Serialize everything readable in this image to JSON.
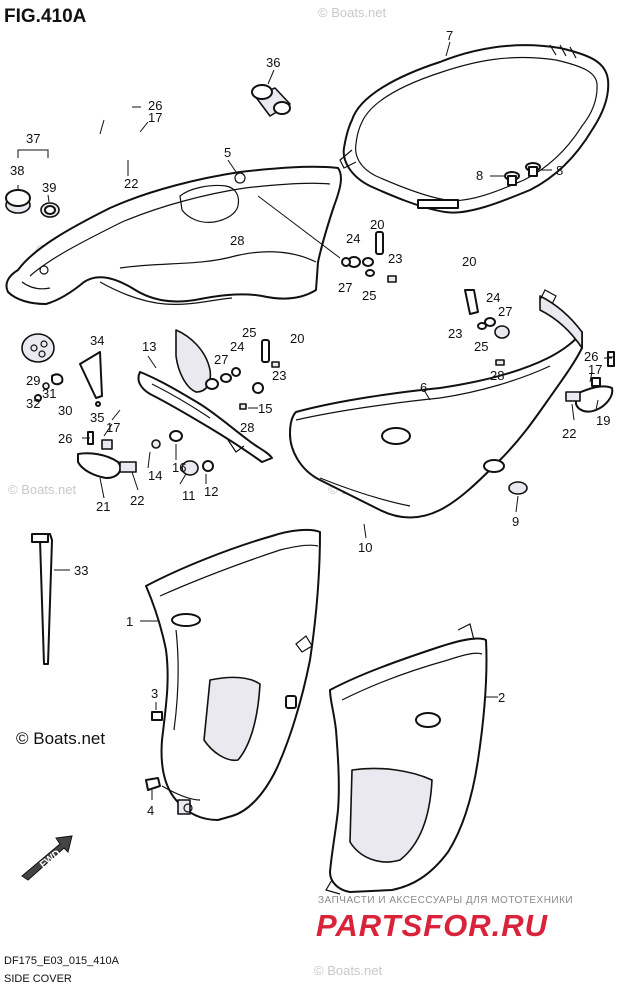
{
  "figure": {
    "title": "FIG.410A",
    "model_code": "DF175_E03_015_410A",
    "section_name": "SIDE COVER"
  },
  "watermark": {
    "text": "© Boats.net",
    "main_copyright": "© Boats.net"
  },
  "brand": {
    "tagline": "ЗАПЧАСТИ И АКСЕССУАРЫ ДЛЯ МОТОТЕХНИКИ",
    "name": "PARTSFOR.RU",
    "color": "#d9233b"
  },
  "direction_marker": {
    "label": "FWD"
  },
  "part_callouts": {
    "c1": "1",
    "c2": "2",
    "c3": "3",
    "c4": "4",
    "c5": "5",
    "c6": "6",
    "c7": "7",
    "c8a": "8",
    "c8b": "8",
    "c9": "9",
    "c10": "10",
    "c11": "11",
    "c12": "12",
    "c13": "13",
    "c14": "14",
    "c15": "15",
    "c16": "16",
    "c17a": "17",
    "c17b": "17",
    "c17c": "17",
    "c19": "19",
    "c20a": "20",
    "c20b": "20",
    "c20c": "20",
    "c21": "21",
    "c22a": "22",
    "c22b": "22",
    "c22c": "22",
    "c23a": "23",
    "c23b": "23",
    "c23c": "23",
    "c24a": "24",
    "c24b": "24",
    "c24c": "24",
    "c25a": "25",
    "c25b": "25",
    "c25c": "25",
    "c26a": "26",
    "c26b": "26",
    "c26c": "26",
    "c27a": "27",
    "c27b": "27",
    "c27c": "27",
    "c28a": "28",
    "c28b": "28",
    "c28c": "28",
    "c29": "29",
    "c30": "30",
    "c31": "31",
    "c32": "32",
    "c33": "33",
    "c34": "34",
    "c35": "35",
    "c36": "36",
    "c37": "37",
    "c38": "38",
    "c39": "39"
  }
}
